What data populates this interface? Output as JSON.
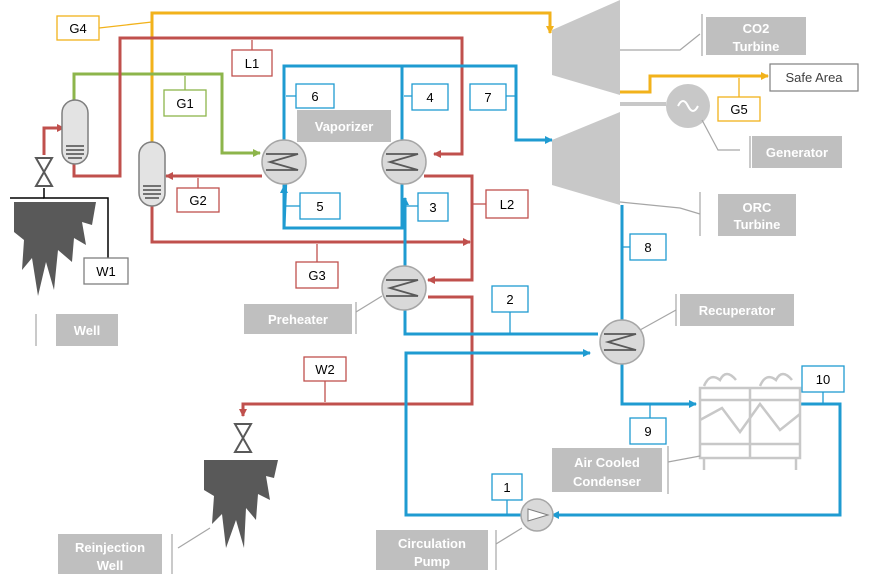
{
  "colors": {
    "geothermal": "#c0504d",
    "orc": "#1f9bd1",
    "co2": "#f2b21b",
    "gas": "#8db54b",
    "equipment": "#c8c8c8",
    "label_bg": "#bfbfbf",
    "label_text": "#ffffff",
    "tag_w": "#7f7f7f",
    "ground": "#595959"
  },
  "labels": {
    "co2_turbine": [
      "CO2",
      "Turbine"
    ],
    "generator": "Generator",
    "orc_turbine": [
      "ORC",
      "Turbine"
    ],
    "recuperator": "Recuperator",
    "vaporizer": "Vaporizer",
    "preheater": "Preheater",
    "well": "Well",
    "air_cooled_condenser": [
      "Air Cooled",
      "Condenser"
    ],
    "circulation_pump": [
      "Circulation",
      "Pump"
    ],
    "reinjection_well": [
      "Reinjection",
      "Well"
    ],
    "safe_area": "Safe Area"
  },
  "stream_tags": {
    "g4": "G4",
    "l1": "L1",
    "g1": "G1",
    "g2": "G2",
    "g3": "G3",
    "g5": "G5",
    "l2": "L2",
    "w1": "W1",
    "w2": "W2",
    "s1": "1",
    "s2": "2",
    "s3": "3",
    "s4": "4",
    "s5": "5",
    "s6": "6",
    "s7": "7",
    "s8": "8",
    "s9": "9",
    "s10": "10"
  },
  "icons": {
    "heat_exchanger": "zigzag-coil",
    "generator": "sine-wave",
    "valve": "bowtie-valve",
    "pump": "circle-pump",
    "separator": "vertical-drum"
  }
}
